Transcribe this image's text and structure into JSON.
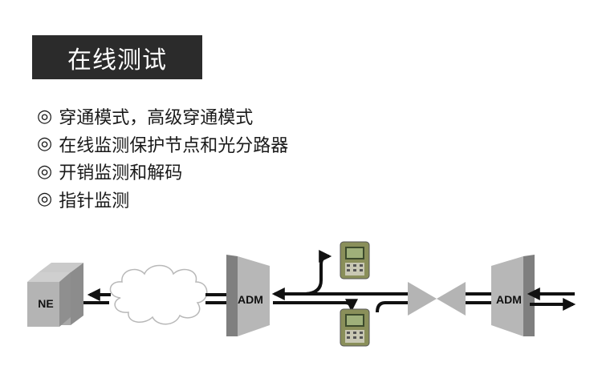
{
  "title": "在线测试",
  "bullet_symbol": "◎",
  "features": [
    "穿通模式，高级穿通模式",
    "在线监测保护节点和光分路器",
    "开销监测和解码",
    "指针监测"
  ],
  "diagram": {
    "ne_label": "NE",
    "adm_left_label": "ADM",
    "adm_right_label": "ADM"
  },
  "colors": {
    "title_bg": "#2b2b2b",
    "title_text": "#ffffff",
    "node_gray": "#b4b4b4",
    "line": "#111111"
  }
}
